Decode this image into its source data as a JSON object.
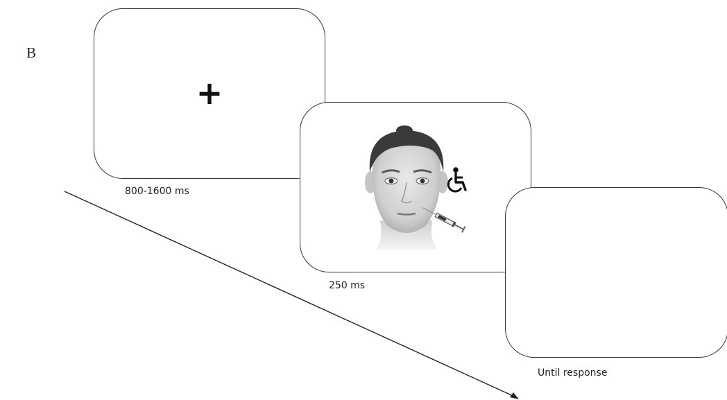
{
  "panel_letter": "B",
  "screens": [
    {
      "content": "+",
      "duration": "800-1600 ms"
    },
    {
      "content": "face-with-wheelchair-and-syringe",
      "duration": "250 ms"
    },
    {
      "content": "blank",
      "duration": "Until response"
    }
  ],
  "icons": [
    "wheelchair-icon",
    "syringe-icon",
    "time-arrow-icon"
  ]
}
